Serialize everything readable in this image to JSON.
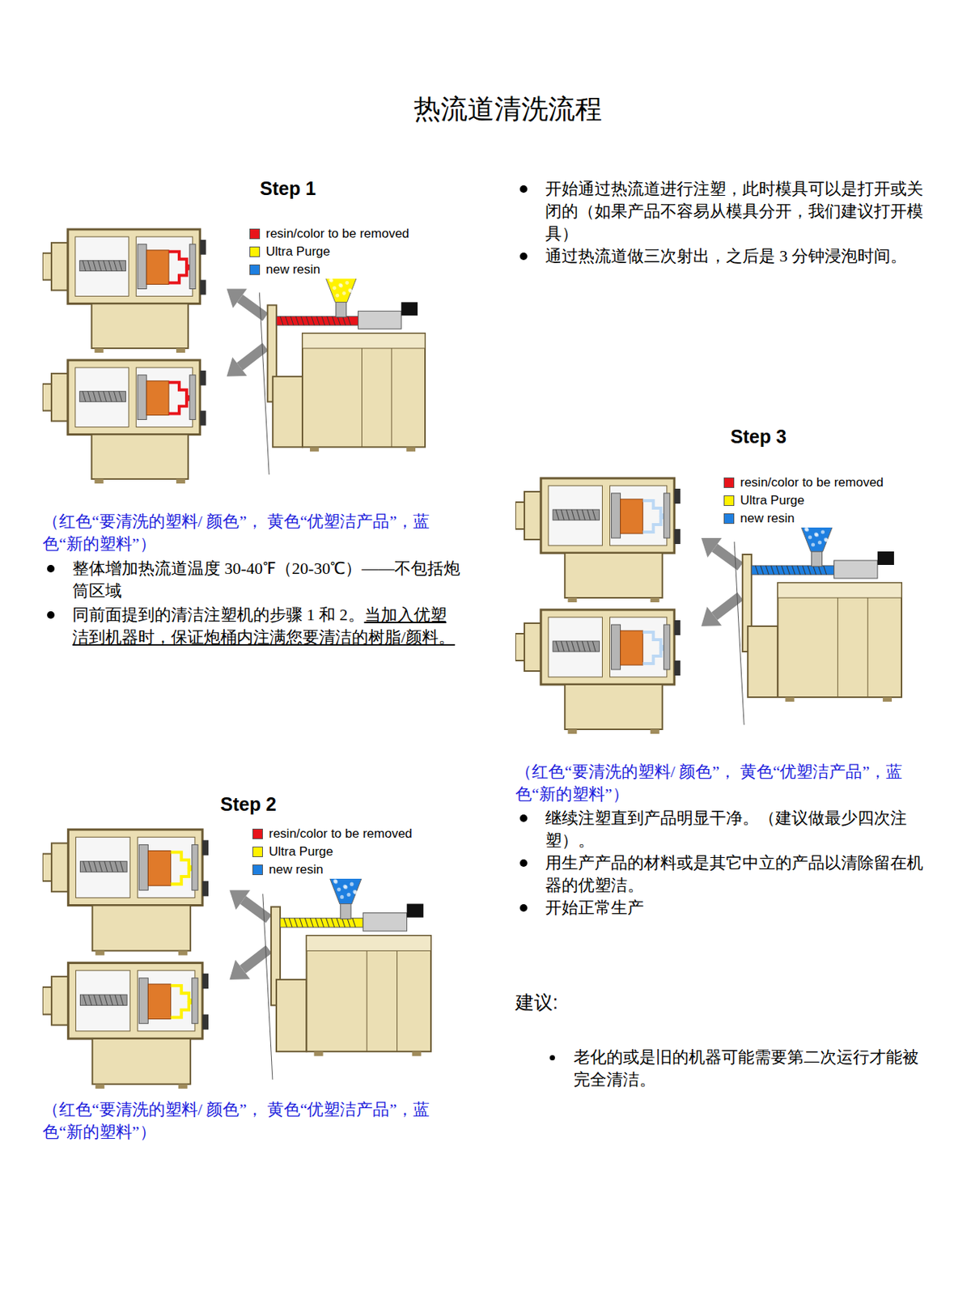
{
  "diagram": {
    "title": "热流道清洗流程",
    "labels": [
      "Step 1",
      "（红色“要清洗的塑料/ 颜色”， 黄色“优塑洁产品”，蓝色“新的塑料”）",
      "整体增加热流道温度 30-40℉（20-30℃）——不包括炮筒区域",
      "同前面提到的清洁注塑机的步骤 1 和 2。",
      "当加入优塑洁到机器时，保证炮桶内注满您要清洁的树脂/颜料。",
      "开始通过热流道进行注塑，此时模具可以是打开或关闭的（如果产品不容易从模具分开，我们建议打开模具）",
      "通过热流道做三次射出，之后是 3 分钟浸泡时间。",
      "Step 3",
      "（红色“要清洗的塑料/ 颜色”， 黄色“优塑洁产品”，蓝色“新的塑料”）",
      "继续注塑直到产品明显干净。（建议做最少四次注塑）。",
      "用生产产品的材料或是其它中立的产品以清除留在机器的优塑洁。",
      "开始正常生产",
      "建议:",
      "老化的或是旧的机器可能需要第二次运行才能被完全清洁。",
      "Step 2",
      "（红色“要清洗的塑料/ 颜色”， 黄色“优塑洁产品”，蓝色“新的塑料”）"
    ],
    "legend": [
      {
        "text": "resin/color to be removed",
        "color": "#e8141b"
      },
      {
        "text": "Ultra Purge",
        "color": "#fff200"
      },
      {
        "text": "new resin",
        "color": "#1e7fe0"
      },
      {
        "text": "resin/color to be removed",
        "color": "#e8141b"
      },
      {
        "text": "Ultra Purge",
        "color": "#fff200"
      },
      {
        "text": "new resin",
        "color": "#1e7fe0"
      },
      {
        "text": "resin/color to be removed",
        "color": "#e8141b"
      },
      {
        "text": "Ultra Purge",
        "color": "#fff200"
      },
      {
        "text": "new resin",
        "color": "#1e7fe0"
      }
    ]
  }
}
